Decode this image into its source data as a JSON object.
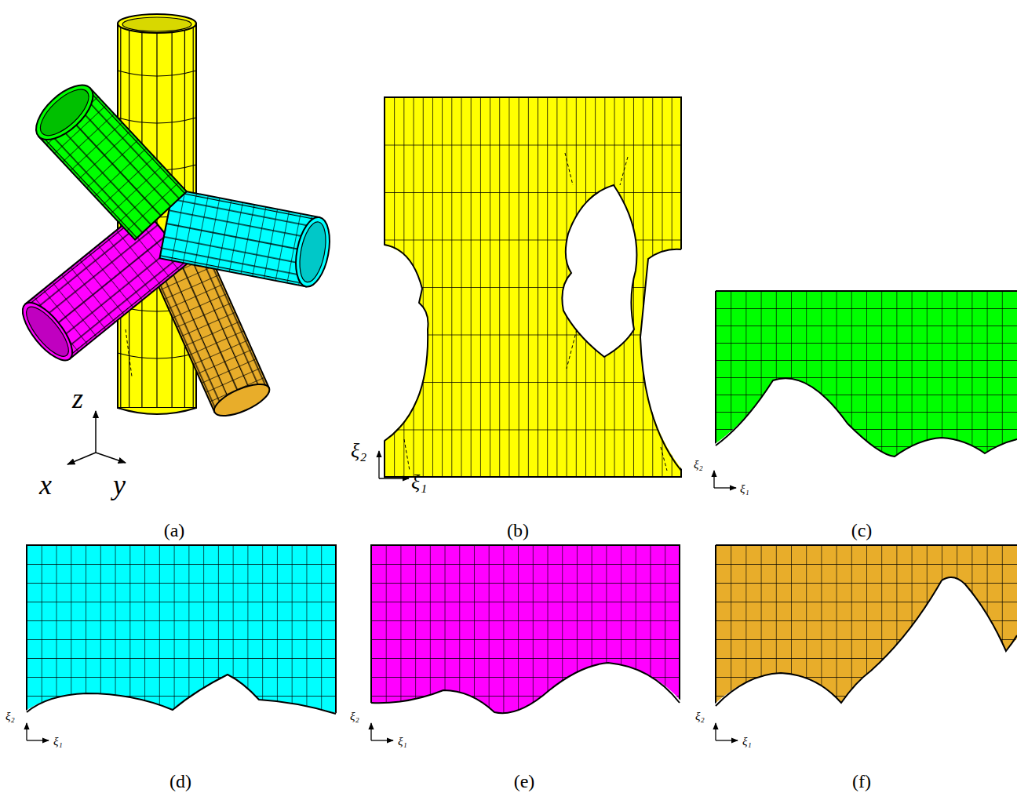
{
  "diagram": {
    "labels": [
      "z",
      "x",
      "y",
      "(a)",
      "ξ₂",
      "ξ₁",
      "(b)",
      "ξ₂",
      "ξ₁",
      "(c)",
      "ξ₂",
      "ξ₁",
      "(d)",
      "ξ₂",
      "ξ₁",
      "(e)",
      "ξ₂",
      "ξ₁",
      "(f)"
    ]
  }
}
